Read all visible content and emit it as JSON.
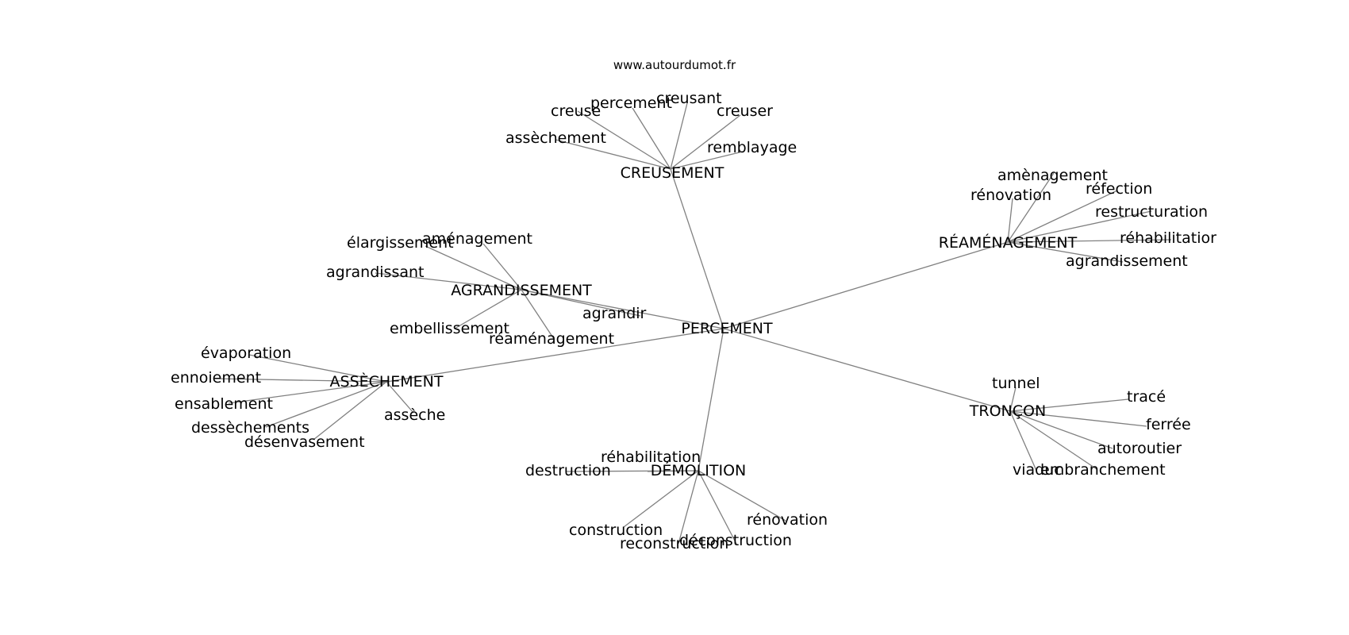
{
  "credit": "www.autourdumot.fr",
  "center": "PERCEMENT",
  "hubs": [
    {
      "id": "creusement",
      "label": "CREUSEMENT",
      "leaves": [
        "assèchement",
        "creuse",
        "percement",
        "creusant",
        "creuser",
        "remblayage"
      ]
    },
    {
      "id": "reamenagement",
      "label": "RÉAMÉNAGEMENT",
      "leaves": [
        "rénovation",
        "amènagement",
        "réfection",
        "restructuration",
        "réhabilitatior",
        "agrandissement"
      ]
    },
    {
      "id": "agrandissement",
      "label": "AGRANDISSEMENT",
      "leaves": [
        "élargissement",
        "aménagement",
        "agrandissant",
        "agrandir",
        "embellissement",
        "réaménagement"
      ]
    },
    {
      "id": "assechement",
      "label": "ASSÈCHEMENT",
      "leaves": [
        "évaporation",
        "ennoiement",
        "ensablement",
        "dessèchements",
        "désenvasement",
        "assèche"
      ]
    },
    {
      "id": "troncon",
      "label": "TRONÇON",
      "leaves": [
        "tunnel",
        "tracé",
        "ferrée",
        "autoroutier",
        "embranchement",
        "viaduc"
      ]
    },
    {
      "id": "demolition",
      "label": "DÉMOLITION",
      "leaves": [
        "réhabilitation",
        "destruction",
        "construction",
        "reconstruction",
        "déconstruction",
        "rénovation"
      ]
    }
  ]
}
